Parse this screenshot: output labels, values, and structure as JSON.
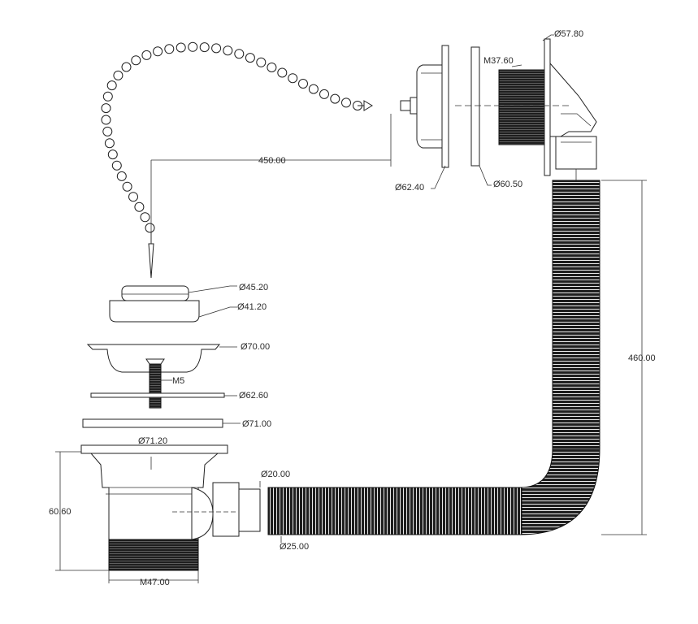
{
  "dimensions": {
    "chain_length": "450.00",
    "overflow_face": "Ø62.40",
    "overflow_gasket": "Ø60.50",
    "overflow_flange": "Ø57.80",
    "overflow_thread": "M37.60",
    "plug_top": "Ø45.20",
    "plug_bottom": "Ø41.20",
    "strainer": "Ø70.00",
    "screw": "M5",
    "washer": "Ø62.60",
    "seal": "Ø71.00",
    "body_flange": "Ø71.20",
    "outlet_inner": "Ø20.00",
    "hose_outer": "Ø25.00",
    "body_height": "60.60",
    "body_thread": "M47.00",
    "hose_length": "460.00"
  },
  "colors": {
    "line": "#222222",
    "fill": "#1e1e1e",
    "background": "#ffffff"
  }
}
